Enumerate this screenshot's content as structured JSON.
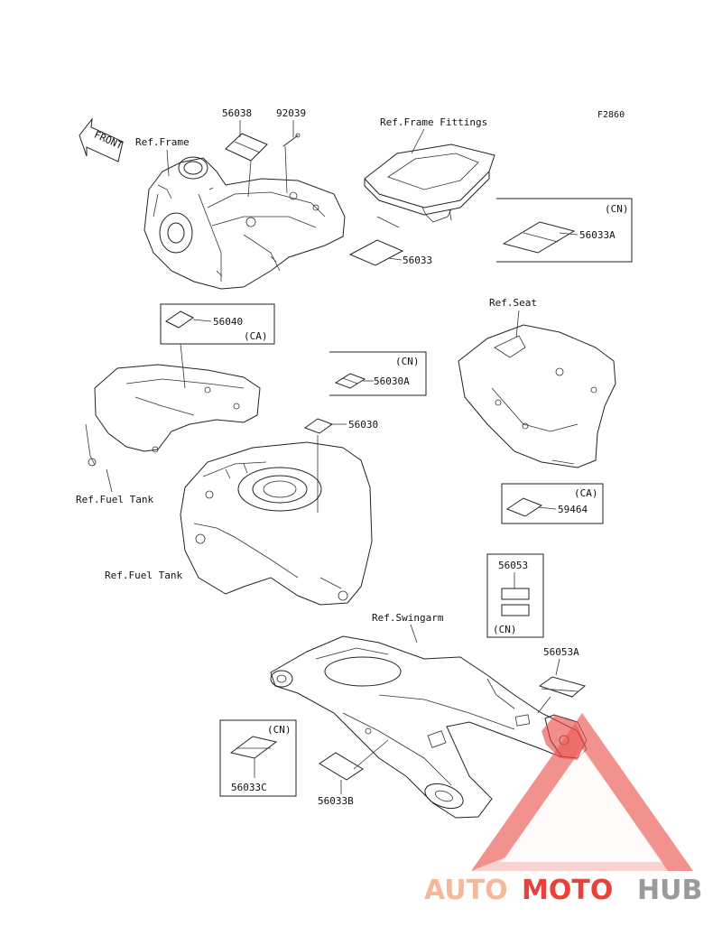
{
  "figure_id": "F2860",
  "front_label": "FRONT",
  "refs": {
    "frame": "Ref.Frame",
    "frame_fittings": "Ref.Frame Fittings",
    "seat": "Ref.Seat",
    "fuel_tank_1": "Ref.Fuel Tank",
    "fuel_tank_2": "Ref.Fuel Tank",
    "swingarm": "Ref.Swingarm"
  },
  "parts": {
    "p56038": "56038",
    "p92039": "92039",
    "p56033": "56033",
    "p56033A": "56033A",
    "p56040": "56040",
    "p56030A": "56030A",
    "p56030": "56030",
    "p59464": "59464",
    "p56053": "56053",
    "p56053A": "56053A",
    "p56033C": "56033C",
    "p56033B": "56033B"
  },
  "region_codes": {
    "cn1": "(CN)",
    "cn2": "(CN)",
    "cn3": "(CN)",
    "cn4": "(CN)",
    "ca1": "(CA)",
    "ca2": "(CA)"
  },
  "watermark": {
    "part1": "AUTO",
    "part2": "MOTO",
    "part3": "HUB",
    "color_light": "#f5b89a",
    "color_red": "#e8413c",
    "color_gray": "#9a9a9a"
  }
}
